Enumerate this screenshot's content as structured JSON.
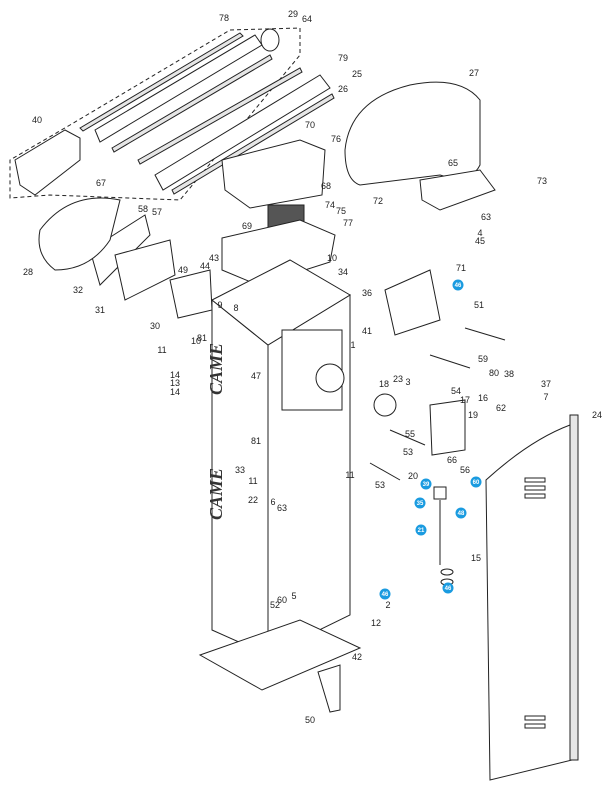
{
  "brand_logo": "CAME",
  "part_labels": [
    "78",
    "29",
    "64",
    "79",
    "25",
    "26",
    "40",
    "70",
    "76",
    "27",
    "67",
    "65",
    "73",
    "68",
    "72",
    "58",
    "57",
    "74",
    "75",
    "77",
    "63",
    "69",
    "4",
    "45",
    "28",
    "10",
    "34",
    "43",
    "44",
    "71",
    "49",
    "9",
    "8",
    "36",
    "32",
    "31",
    "41",
    "51",
    "30",
    "81",
    "10",
    "1",
    "11",
    "59",
    "47",
    "80",
    "38",
    "37",
    "18",
    "23",
    "3",
    "54",
    "17",
    "14",
    "13",
    "14",
    "16",
    "62",
    "7",
    "19",
    "55",
    "81",
    "53",
    "66",
    "56",
    "20",
    "11",
    "11",
    "33",
    "22",
    "6",
    "63",
    "53",
    "24",
    "15",
    "5",
    "60",
    "52",
    "2",
    "12",
    "42",
    "50"
  ],
  "highlighted_labels": [
    "46",
    "39",
    "60",
    "35",
    "48",
    "21",
    "46",
    "46"
  ],
  "highlight_color": "#1a9be0"
}
